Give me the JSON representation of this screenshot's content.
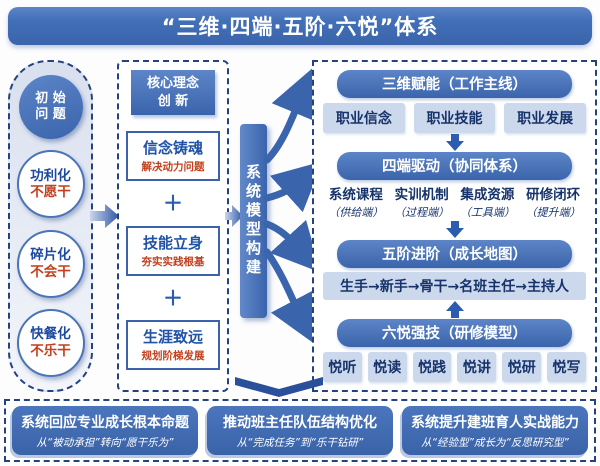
{
  "title": "“三维·四端·五阶·六悦”体系",
  "colors": {
    "primary_blue": "#3a64ac",
    "dark_navy_text": "#16336b",
    "alert_red": "#c2401f",
    "light_blue_chip": "#ccd8ec",
    "dashed_border": "#23427f"
  },
  "left_panel": {
    "header": {
      "line1": "初 始",
      "line2": "问 题"
    },
    "items": [
      {
        "top": "功利化",
        "bottom": "不愿干"
      },
      {
        "top": "碎片化",
        "bottom": "不会干"
      },
      {
        "top": "快餐化",
        "bottom": "不乐干"
      }
    ]
  },
  "middle_panel": {
    "header": {
      "line1": "核心理念",
      "line2": "创 新"
    },
    "plus": "＋",
    "items": [
      {
        "title": "信念铸魂",
        "subtitle": "解决动力问题"
      },
      {
        "title": "技能立身",
        "subtitle": "夯实实践根基"
      },
      {
        "title": "生涯致远",
        "subtitle": "规划阶梯发展"
      }
    ]
  },
  "pillar": {
    "label": "系统模型构建"
  },
  "right_panel": {
    "sections": [
      {
        "header": "三维赋能（工作主线）",
        "items": [
          "职业信念",
          "职业技能",
          "职业发展"
        ]
      },
      {
        "header": "四端驱动（协同体系）",
        "items": [
          {
            "title": "系统课程",
            "subtitle": "（供给端）"
          },
          {
            "title": "实训机制",
            "subtitle": "（过程端）"
          },
          {
            "title": "集成资源",
            "subtitle": "（工具端）"
          },
          {
            "title": "研修闭环",
            "subtitle": "（提升端）"
          }
        ]
      },
      {
        "header": "五阶进阶（成长地图）",
        "path": "生手→新手→骨干→名班主任→主持人"
      },
      {
        "header": "六悦强技（研修模型）",
        "items": [
          "悦听",
          "悦读",
          "悦践",
          "悦讲",
          "悦研",
          "悦写"
        ]
      }
    ]
  },
  "bottom_panel": {
    "boxes": [
      {
        "title": "系统回应专业成长根本命题",
        "subtitle": "从“被动承担”转向“愿干乐为”"
      },
      {
        "title": "推动班主任队伍结构优化",
        "subtitle": "从“完成任务”到“乐干钻研”"
      },
      {
        "title": "系统提升建班育人实战能力",
        "subtitle": "从“经验型”成长为“反思研究型”"
      }
    ]
  }
}
